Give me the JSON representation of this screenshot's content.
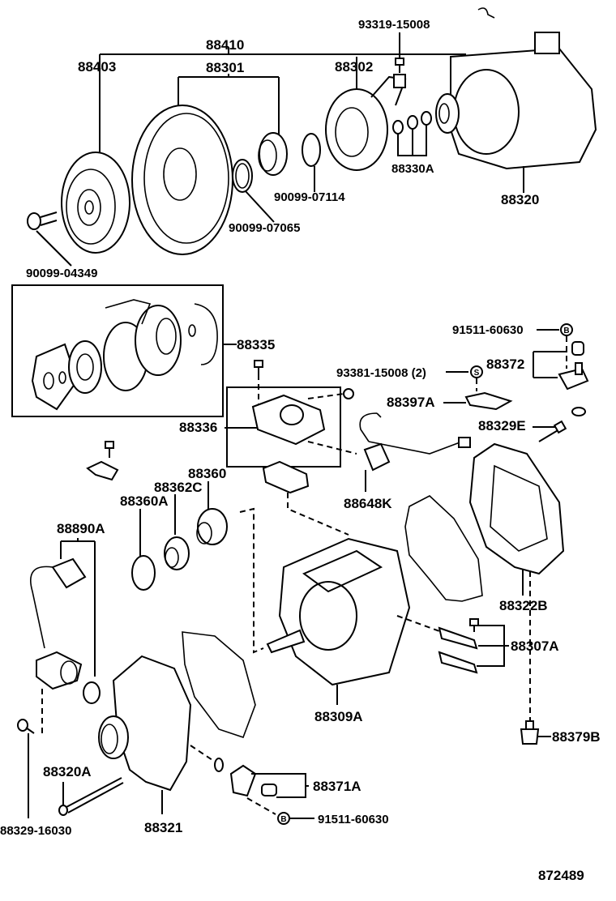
{
  "diagram": {
    "title": "A/C Compressor Exploded Parts Diagram",
    "illustration_number": "872489",
    "labels": {
      "p88410": "88410",
      "p88403": "88403",
      "p88301": "88301",
      "p88302": "88302",
      "p93319": "93319-15008",
      "p88330A": "88330A",
      "p88320": "88320",
      "p90099_07114": "90099-07114",
      "p90099_07065": "90099-07065",
      "p90099_04349": "90099-04349",
      "p88335": "88335",
      "p91511_top": "91511-60630",
      "p88372": "88372",
      "p93381": "93381-15008 (2)",
      "p88397A": "88397A",
      "p88329E": "88329E",
      "p88336": "88336",
      "p88360": "88360",
      "p88362C": "88362C",
      "p88360A": "88360A",
      "p88648K": "88648K",
      "p88890A": "88890A",
      "p88322B": "88322B",
      "p88307A": "88307A",
      "p88309A": "88309A",
      "p88379B": "88379B",
      "p88320A": "88320A",
      "p88329_16030": "88329-16030",
      "p88321": "88321",
      "p88371A": "88371A",
      "p91511_bottom": "91511-60630"
    },
    "symbols": {
      "b_marker": "B",
      "s_marker": "S"
    }
  }
}
